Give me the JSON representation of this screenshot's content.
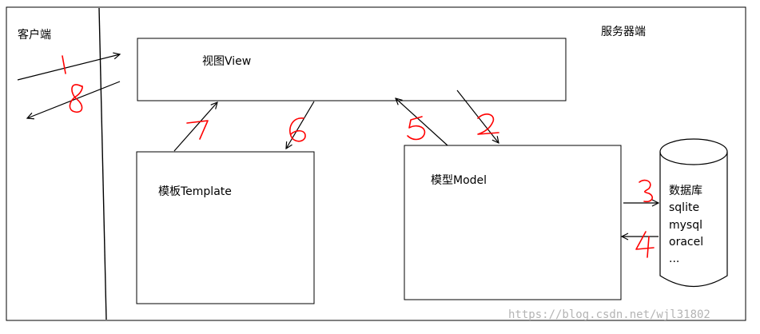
{
  "regions": {
    "client_label": "客户端",
    "server_label": "服务器端"
  },
  "components": {
    "view": "视图View",
    "template": "模板Template",
    "model": "模型Model"
  },
  "database": {
    "lines": [
      "数据库",
      "sqlite",
      "mysql",
      "oracel",
      "..."
    ]
  },
  "step_numbers": {
    "client_to_view": "1",
    "view_to_client": "8",
    "view_to_template": "6",
    "template_to_view": "7",
    "view_to_model": "2",
    "model_to_view": "5",
    "model_to_db": "3",
    "db_to_model": "4"
  },
  "colors": {
    "stroke": "#000000",
    "step_number": "#ff0000",
    "watermark": "#b4b4b4"
  },
  "watermark": "https://blog.csdn.net/wjl31802"
}
